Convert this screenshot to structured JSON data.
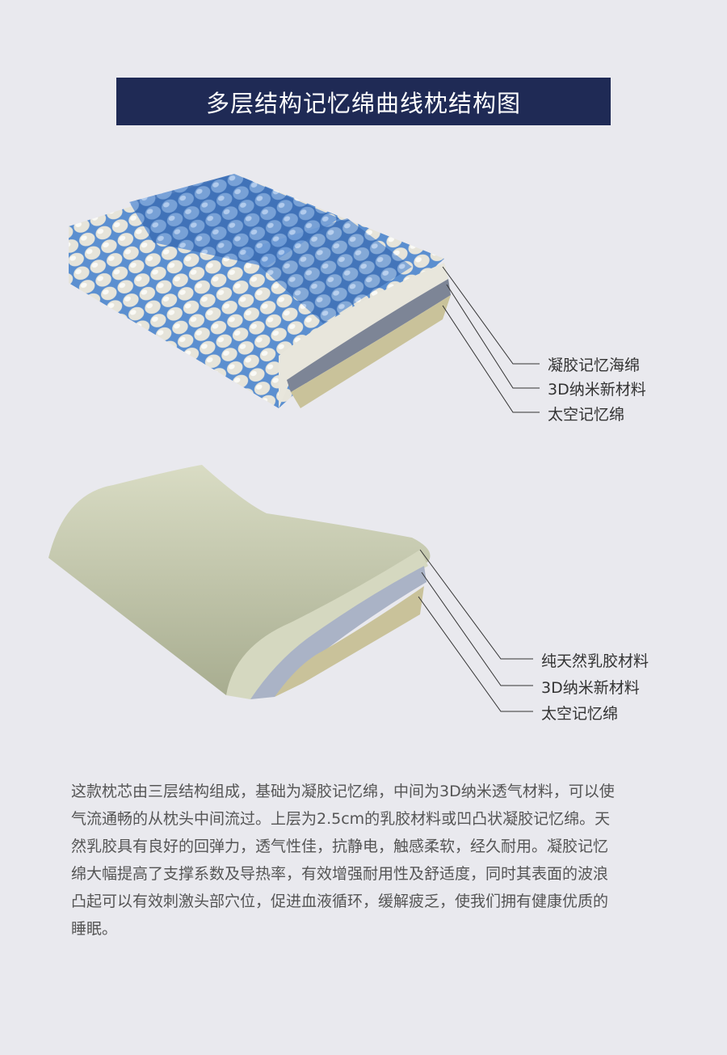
{
  "title": "多层结构记忆绵曲线枕结构图",
  "diagram_top": {
    "labels": [
      "凝胶记忆海绵",
      "3D纳米新材料",
      "太空记忆绵"
    ]
  },
  "diagram_bottom": {
    "labels": [
      "纯天然乳胶材料",
      "3D纳米新材料",
      "太空记忆绵"
    ]
  },
  "description": {
    "lines": [
      "这款枕芯由三层结构组成，基础为凝胶记忆绵，中间为3D纳米透气材料，可以使",
      "气流通畅的从枕头中间流过。上层为2.5cm的乳胶材料或凹凸状凝胶记忆绵。天",
      "然乳胶具有良好的回弹力，透气性佳，抗静电，触感柔软，经久耐用。凝胶记忆",
      "绵大幅提高了支撑系数及导热率，有效增强耐用性及舒适度，同时其表面的波浪",
      "凸起可以有效刺激头部穴位，促进血液循环，缓解疲乏，使我们拥有健康优质的",
      "睡眠。"
    ]
  },
  "colors": {
    "background": "#e9e9ee",
    "title_bar": "#1f2a55",
    "gel_blue": "#5b8fd0",
    "foam_white": "#e9e7dc",
    "latex": "#c8cbb0",
    "base": "#c9c29a",
    "mesh": "#8d95a5"
  }
}
